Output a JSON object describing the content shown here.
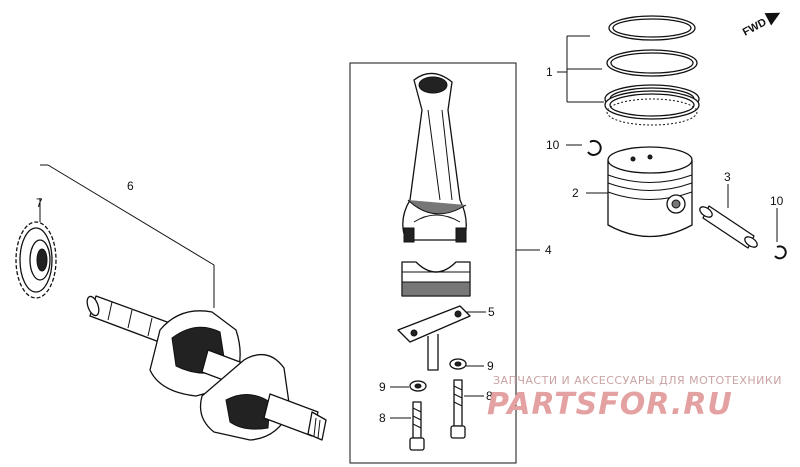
{
  "direction_label": "FWD",
  "callouts": {
    "c1": "1",
    "c2": "2",
    "c3": "3",
    "c4": "4",
    "c5": "5",
    "c6": "6",
    "c7": "7",
    "c8a": "8",
    "c8b": "8",
    "c9a": "9",
    "c9b": "9",
    "c10a": "10",
    "c10b": "10"
  },
  "watermark": {
    "tagline": "ЗАПЧАСТИ И АКСЕССУАРЫ ДЛЯ МОТОТЕХНИКИ",
    "brand": "PARTSFOR.RU"
  }
}
